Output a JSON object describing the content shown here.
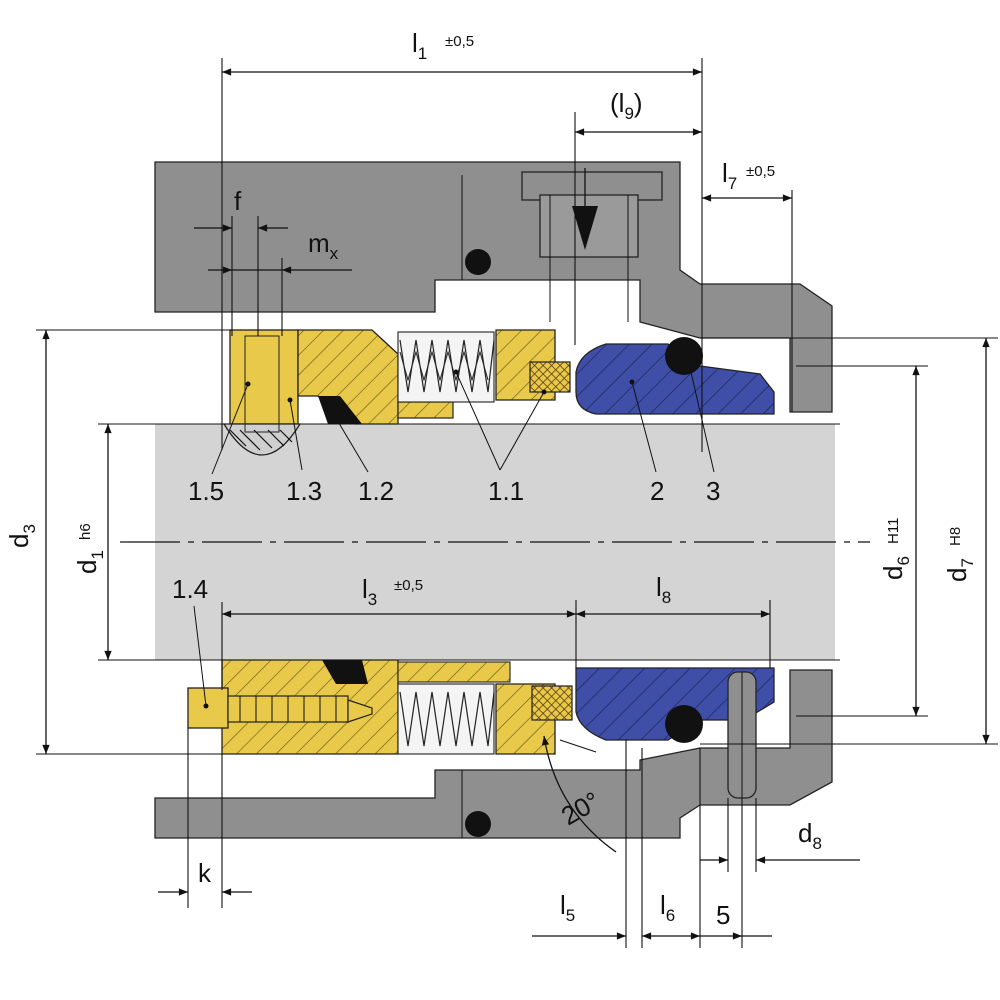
{
  "colors": {
    "housing": "#8f8f8f",
    "shaft": "#d4d4d4",
    "ring_yellow": "#e8c94a",
    "ring_blue": "#3f4fa8",
    "elastomer": "#111111",
    "line": "#111111"
  },
  "dimensions": {
    "l1": {
      "main": "l",
      "sub": "1",
      "tol": "±0,5"
    },
    "l9": {
      "open": "(l",
      "sub": "9",
      "close": ")"
    },
    "l7": {
      "main": "l",
      "sub": "7",
      "tol": "±0,5"
    },
    "f": "f",
    "mx": {
      "main": "m",
      "sub": "x"
    },
    "d3": {
      "main": "d",
      "sub": "3"
    },
    "d1": {
      "main": "d",
      "sub": "1",
      "tol": "h6"
    },
    "d6": {
      "main": "d",
      "sub": "6",
      "tol": "H11"
    },
    "d7": {
      "main": "d",
      "sub": "7",
      "tol": "H8"
    },
    "l3": {
      "main": "l",
      "sub": "3",
      "tol": "±0,5"
    },
    "l8": {
      "main": "l",
      "sub": "8"
    },
    "k": "k",
    "angle": "20°",
    "d8": {
      "main": "d",
      "sub": "8"
    },
    "l5": {
      "main": "l",
      "sub": "5"
    },
    "l6": {
      "main": "l",
      "sub": "6"
    },
    "five": "5"
  },
  "part_labels": [
    "1.5",
    "1.3",
    "1.2",
    "1.1",
    "2",
    "3",
    "1.4"
  ]
}
